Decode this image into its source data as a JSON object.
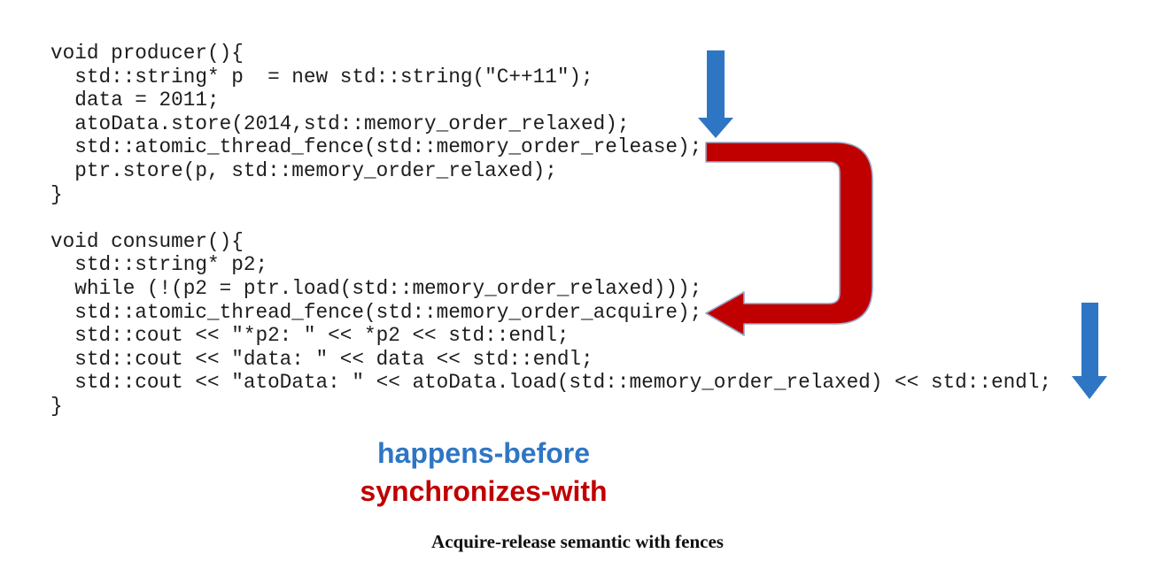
{
  "code": {
    "lines": [
      "void producer(){",
      "  std::string* p  = new std::string(\"C++11\");",
      "  data = 2011;",
      "  atoData.store(2014,std::memory_order_relaxed);",
      "  std::atomic_thread_fence(std::memory_order_release);",
      "  ptr.store(p, std::memory_order_relaxed);",
      "}",
      "",
      "void consumer(){",
      "  std::string* p2;",
      "  while (!(p2 = ptr.load(std::memory_order_relaxed)));",
      "  std::atomic_thread_fence(std::memory_order_acquire);",
      "  std::cout << \"*p2: \" << *p2 << std::endl;",
      "  std::cout << \"data: \" << data << std::endl;",
      "  std::cout << \"atoData: \" << atoData.load(std::memory_order_relaxed) << std::endl;",
      "}"
    ]
  },
  "legend": {
    "happens_before": "happens-before",
    "synchronizes_with": "synchronizes-with"
  },
  "caption": "Acquire-release semantic with fences",
  "icons": {
    "blue_down_arrow": "down-arrow",
    "red_uturn_arrow": "u-turn-left-arrow"
  },
  "colors": {
    "blue": "#2E76C4",
    "red": "#C00000",
    "arrow_outline": "#97A7C8",
    "code_text": "#1d1d1d"
  }
}
